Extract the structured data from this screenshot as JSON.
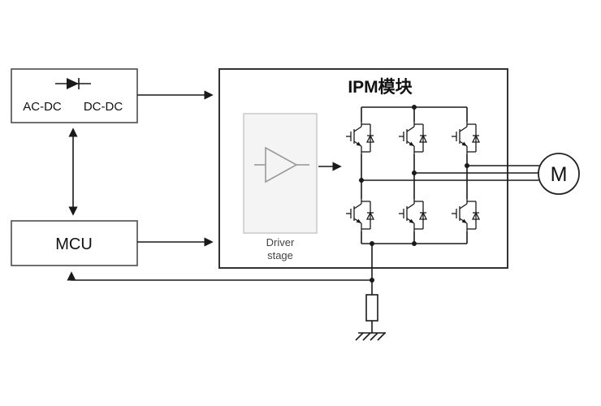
{
  "diagram_labels": {
    "acdc_left": "AC-DC",
    "acdc_right": "DC-DC",
    "mcu": "MCU",
    "ipm_title": "IPM模块",
    "driver_line1": "Driver",
    "driver_line2": "stage",
    "motor": "M"
  },
  "icons": [
    "diode-icon",
    "buffer-triangle-icon",
    "igbt-icon",
    "motor-icon",
    "shunt-resistor-icon",
    "earth-ground-icon",
    "arrow-connector-icon"
  ],
  "colors": {
    "background": "#ffffff",
    "line": "#1a1a1a",
    "box_border": "#4d4d4d",
    "ipm_border": "#333333",
    "driver_fill": "#f4f4f4",
    "driver_border": "#c9c9c9",
    "driver_symbol": "#9a9a9a",
    "text": "#111111"
  }
}
